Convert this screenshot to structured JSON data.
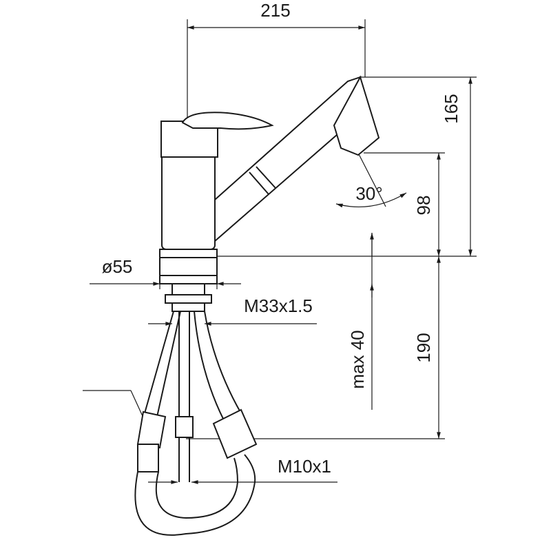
{
  "drawing": {
    "dimensions": {
      "overall_width": "215",
      "spout_height": "165",
      "outlet_height": "98",
      "spray_angle": "30°",
      "base_diameter": "ø55",
      "thread": "M33x1.5",
      "max_thickness": "max 40",
      "below_deck": "190",
      "connection": "M10x1"
    },
    "colors": {
      "line": "#1a1a1a",
      "background": "#ffffff"
    }
  }
}
